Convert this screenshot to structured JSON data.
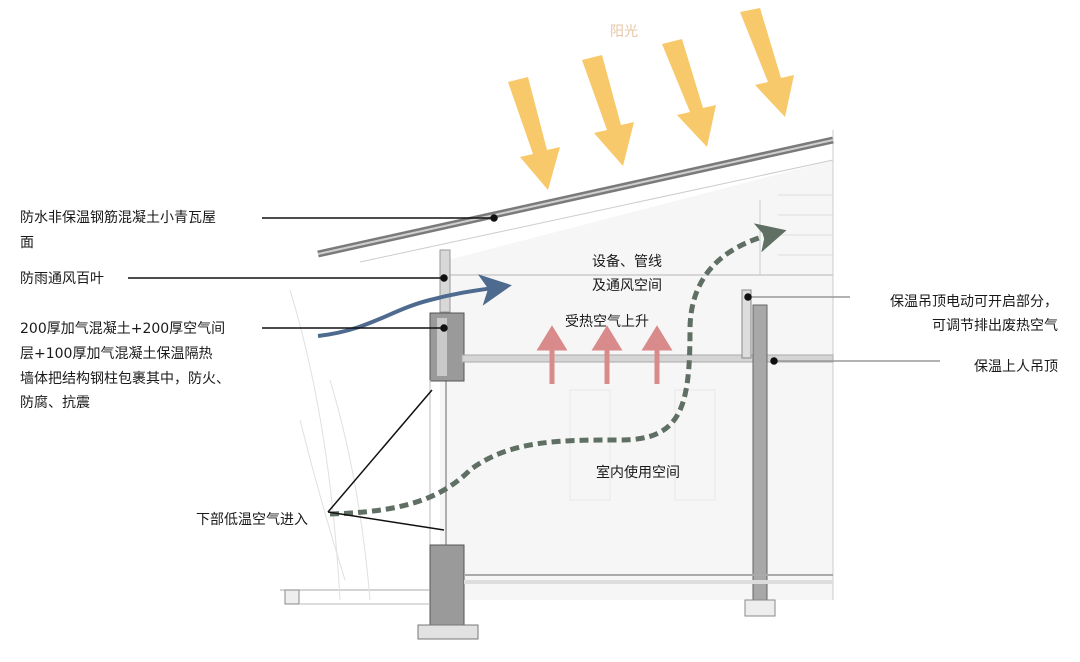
{
  "title": "阳光",
  "colors": {
    "sun": "#f7c96a",
    "heat": "#d98a8a",
    "air_in": "#4e6b8f",
    "air_flow": "#5f6f63",
    "structure": "#8a8a8a"
  },
  "labels": {
    "roof": [
      "防水非保温钢筋混凝土小青瓦屋",
      "面"
    ],
    "louver": "防雨通风百叶",
    "wall": [
      "200厚加气混凝土+200厚空气间",
      "层+100厚加气混凝土保温隔热",
      "墙体把结构钢柱包裹其中，防火、",
      "防腐、抗震"
    ],
    "equipment": [
      "设备、管线",
      "及通风空间"
    ],
    "heated_air": "受热空气上升",
    "ceiling_open": [
      "保温吊顶电动可开启部分，",
      "可调节排出废热空气"
    ],
    "ceiling": "保温上人吊顶",
    "indoor": "室内使用空间",
    "cool_air": "下部低温空气进入"
  }
}
